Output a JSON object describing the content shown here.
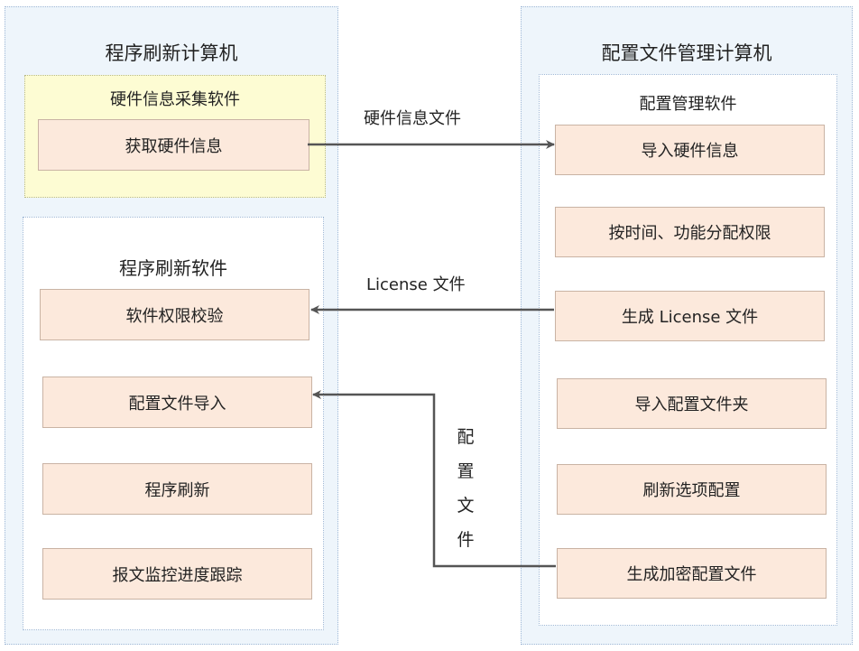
{
  "left": {
    "title": "程序刷新计算机",
    "collector": {
      "title": "硬件信息采集软件",
      "items": [
        "获取硬件信息"
      ]
    },
    "refresher": {
      "title": "程序刷新软件",
      "items": [
        "软件权限校验",
        "配置文件导入",
        "程序刷新",
        "报文监控进度跟踪"
      ]
    }
  },
  "right": {
    "title": "配置文件管理计算机",
    "manager": {
      "title": "配置管理软件",
      "items": [
        "导入硬件信息",
        "按时间、功能分配权限",
        "生成 License 文件",
        "导入配置文件夹",
        "刷新选项配置",
        "生成加密配置文件"
      ]
    }
  },
  "flows": {
    "hardware_file": "硬件信息文件",
    "license_file": "License 文件",
    "config_file_chars": [
      "配",
      "置",
      "文",
      "件"
    ]
  },
  "colors": {
    "outer_panel": "#eef5fb",
    "collector_panel": "#fdfcd3",
    "item_fill": "#fce9dc",
    "arrow": "#555555"
  }
}
